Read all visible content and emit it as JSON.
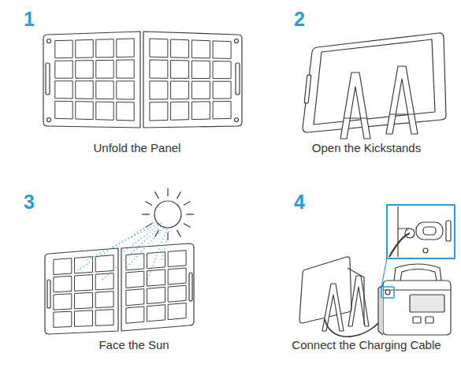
{
  "diagram": {
    "labels": [
      "1",
      "Unfold the Panel",
      "2",
      "Open the Kickstands",
      "3",
      "Face the Sun",
      "4",
      "Connect the Charging Cable"
    ]
  }
}
